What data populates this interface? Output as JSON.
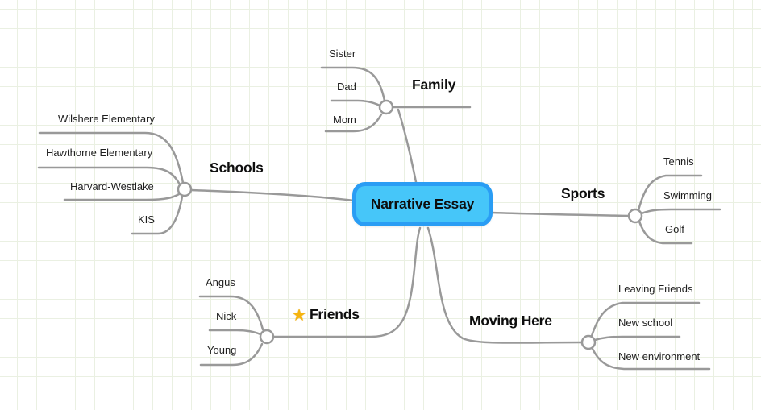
{
  "colors": {
    "grid_line": "#eaf0e2",
    "branch_line": "#999999",
    "joint_fill": "#ffffff",
    "central_fill": "#46c6f9",
    "central_border": "#2a9df4",
    "star": "#f6b40e",
    "text": "#1f1f1f"
  },
  "mindmap": {
    "central": {
      "label": "Narrative Essay"
    },
    "branches": [
      {
        "label": "Family",
        "children": [
          {
            "label": "Sister"
          },
          {
            "label": "Dad"
          },
          {
            "label": "Mom"
          }
        ]
      },
      {
        "label": "Schools",
        "children": [
          {
            "label": "Wilshere Elementary"
          },
          {
            "label": "Hawthorne Elementary"
          },
          {
            "label": "Harvard-Westlake"
          },
          {
            "label": "KIS"
          }
        ]
      },
      {
        "label": "Sports",
        "children": [
          {
            "label": "Tennis"
          },
          {
            "label": "Swimming"
          },
          {
            "label": "Golf"
          }
        ]
      },
      {
        "label": "Friends",
        "icon": "★",
        "children": [
          {
            "label": "Angus"
          },
          {
            "label": "Nick"
          },
          {
            "label": "Young"
          }
        ]
      },
      {
        "label": "Moving Here",
        "children": [
          {
            "label": "Leaving Friends"
          },
          {
            "label": "New school"
          },
          {
            "label": "New environment"
          }
        ]
      }
    ]
  }
}
